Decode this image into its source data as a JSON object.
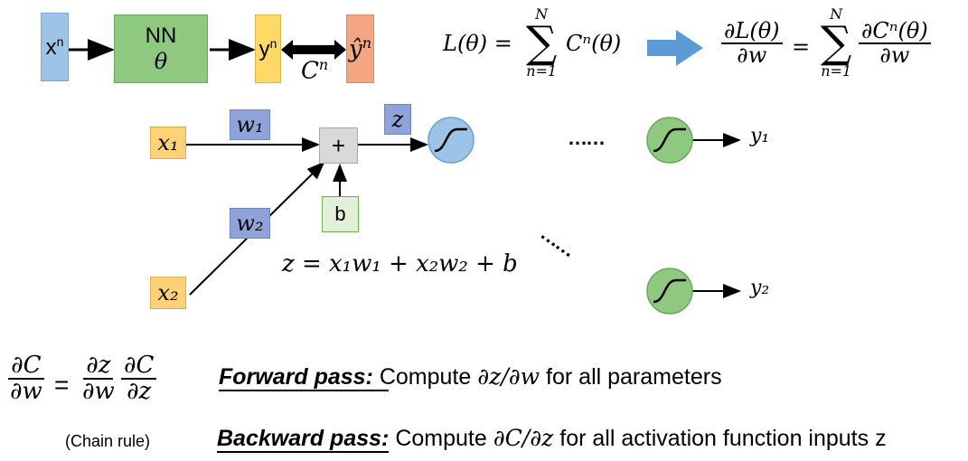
{
  "top_row": {
    "x_base": "x",
    "x_sup": "n",
    "nn_line1": "NN",
    "nn_line2": "θ",
    "y_base": "y",
    "y_sup": "n",
    "yhat_base": "ŷ",
    "yhat_sup": "n",
    "c_base": "C",
    "c_sup": "n"
  },
  "loss_formula": {
    "lhs": "L(θ) =",
    "sum_top": "N",
    "sum_sigma": "∑",
    "sum_bottom": "n=1",
    "term": "Cⁿ(θ)"
  },
  "gradient_formula": {
    "frac_num": "∂L(θ)",
    "frac_den": "∂w",
    "equals": "=",
    "sum_top": "N",
    "sum_sigma": "∑",
    "sum_bottom": "n=1",
    "term_num": "∂Cⁿ(θ)",
    "term_den": "∂w"
  },
  "neuron": {
    "x1": "x₁",
    "x2": "x₂",
    "w1": "w₁",
    "w2": "w₂",
    "plus": "+",
    "b": "b",
    "z": "z",
    "equation": "z = x₁w₁ + x₂w₂ + b",
    "dots_h": "……",
    "dots_d": "……",
    "y1": "y₁",
    "y2": "y₂"
  },
  "chain_rule": {
    "lhs_num": "∂C",
    "lhs_den": "∂w",
    "equals": "=",
    "a_num": "∂z",
    "a_den": "∂w",
    "b_num": "∂C",
    "b_den": "∂z",
    "caption": "(Chain rule)"
  },
  "passes": {
    "forward_label": "Forward pass:",
    "forward_text_a": "Compute",
    "forward_expr": "∂z/∂w",
    "forward_text_b": "for all parameters",
    "backward_label": "Backward pass:",
    "backward_text_a": "Compute",
    "backward_expr": "∂C/∂z",
    "backward_text_b": "for all activation function inputs z"
  },
  "colors": {
    "x_box": "#9dc3e6",
    "nn_box": "#8fc97f",
    "y_box": "#ffd966",
    "yhat_box": "#f4a582",
    "input_box": "#ffd27a",
    "weight_box": "#8fa3d9",
    "sum_box": "#d9d9d9",
    "bias_box": "#e2f0d9",
    "sigmoid_blue": "#9dc3e6",
    "sigmoid_green": "#8fc97f",
    "arrow_blue": "#5b9bd5"
  }
}
